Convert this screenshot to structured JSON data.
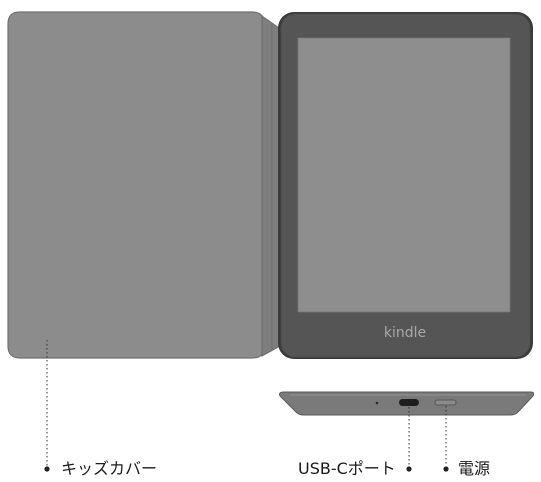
{
  "device": {
    "brand_text": "kindle"
  },
  "callouts": {
    "cover_label": "キッズカバー",
    "usb_label": "USB-Cポート",
    "power_label": "電源"
  },
  "colors": {
    "cover": "#8c8c8c",
    "cover_outline": "#6e6e6e",
    "bezel": "#555555",
    "screen": "#8e8e8e",
    "brand_text": "#a8a8a8",
    "leader_line": "#333333"
  }
}
